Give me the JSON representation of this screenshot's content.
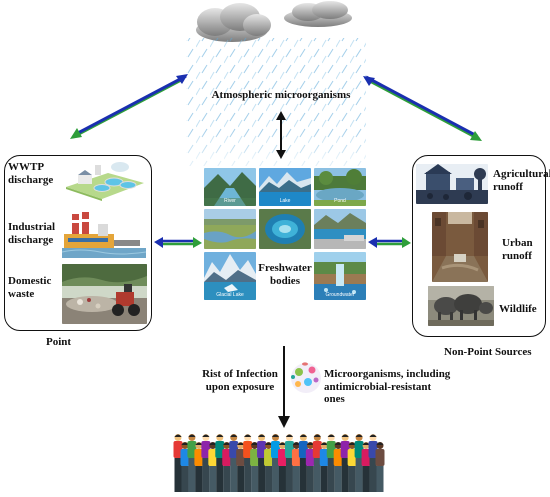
{
  "top": {
    "atmospheric_label": "Atmospheric microorganisms"
  },
  "left_panel": {
    "items": [
      {
        "label": "WWTP discharge"
      },
      {
        "label": "Industrial discharge"
      },
      {
        "label": "Domestic waste"
      }
    ],
    "caption": "Point"
  },
  "right_panel": {
    "items": [
      {
        "label": "Agricultural runoff"
      },
      {
        "label": "Urban runoff"
      },
      {
        "label": "Wildlife"
      }
    ],
    "caption": "Non-Point Sources"
  },
  "center": {
    "label": "Freshwater bodies",
    "tiles": [
      {
        "caption": "River"
      },
      {
        "caption": "Lake"
      },
      {
        "caption": "Pond"
      },
      {
        "caption": ""
      },
      {
        "caption": ""
      },
      {
        "caption": ""
      },
      {
        "caption": "Glacial Lake"
      },
      {
        "caption": ""
      },
      {
        "caption": "Groundwater"
      }
    ]
  },
  "bottom": {
    "risk_label": "Rist of Infection upon exposure",
    "microbes_label": "Microorganisms, including antimicrobial-resistant ones"
  },
  "colors": {
    "arrow_blue": "#1a2fb0",
    "arrow_green": "#2e9e3a",
    "rain": "#5aa7d8"
  }
}
